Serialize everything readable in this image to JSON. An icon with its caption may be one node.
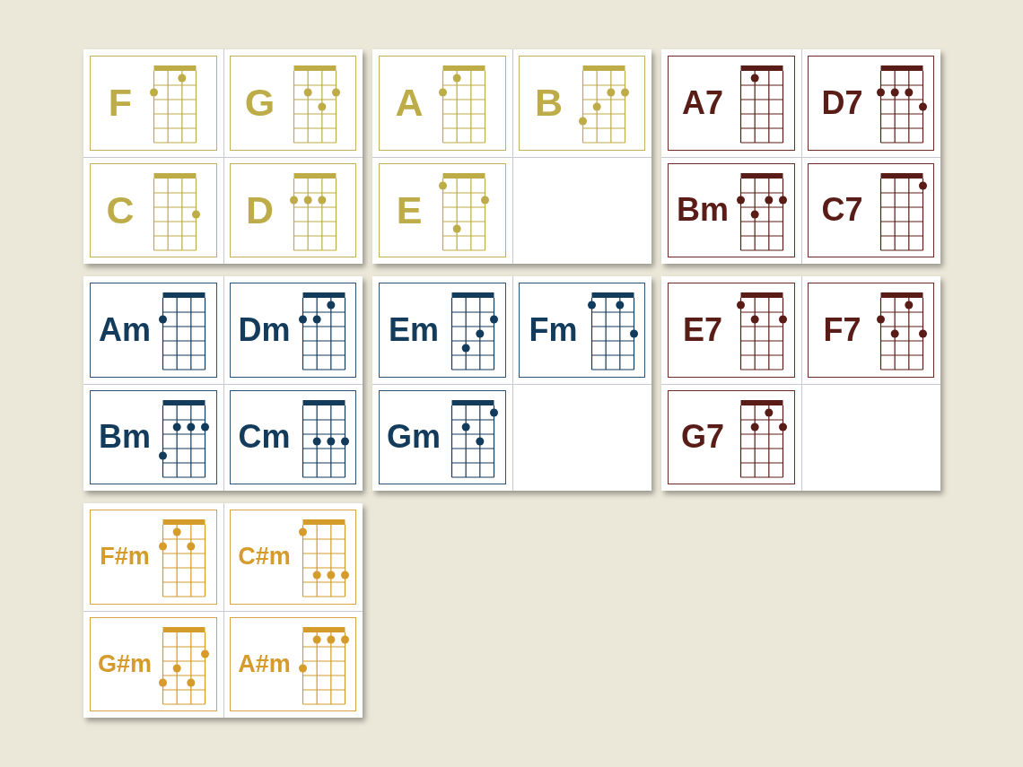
{
  "diagram": {
    "nodes": [
      {
        "text": [],
        "shape": "box"
      },
      {
        "text": [
          "F"
        ],
        "in": 0
      },
      {
        "text": [
          "G"
        ],
        "in": 0
      },
      {
        "text": [
          "C"
        ],
        "in": 0
      },
      {
        "text": [
          "D"
        ],
        "in": 0
      },
      {
        "text": [],
        "shape": "box"
      },
      {
        "text": [
          "A"
        ],
        "in": 5
      },
      {
        "text": [
          "B"
        ],
        "in": 5
      },
      {
        "text": [
          "E"
        ],
        "in": 5
      },
      {
        "text": [],
        "shape": "box"
      },
      {
        "text": [
          "A7"
        ],
        "in": 9
      },
      {
        "text": [
          "D7"
        ],
        "in": 9
      },
      {
        "text": [
          "Bm"
        ],
        "in": 9
      },
      {
        "text": [
          "C7"
        ],
        "in": 9
      },
      {
        "text": [],
        "shape": "box"
      },
      {
        "text": [
          "Am"
        ],
        "in": 14
      },
      {
        "text": [
          "Dm"
        ],
        "in": 14
      },
      {
        "text": [
          "Bm"
        ],
        "in": 14
      },
      {
        "text": [
          "Cm"
        ],
        "in": 14
      },
      {
        "text": [],
        "shape": "box"
      },
      {
        "text": [
          "Em"
        ],
        "in": 19
      },
      {
        "text": [
          "Fm"
        ],
        "in": 19
      },
      {
        "text": [
          "Gm"
        ],
        "in": 19
      },
      {
        "text": [],
        "shape": "box"
      },
      {
        "text": [
          "E7"
        ],
        "in": 23
      },
      {
        "text": [
          "F7"
        ],
        "in": 23
      },
      {
        "text": [
          "G7"
        ],
        "in": 23
      },
      {
        "text": [],
        "shape": "box"
      },
      {
        "text": [
          "F#m"
        ],
        "in": 27
      },
      {
        "text": [
          "C#m"
        ],
        "in": 27
      },
      {
        "text": [
          "G#m"
        ],
        "in": 27
      },
      {
        "text": [
          "A#m"
        ],
        "in": 27
      }
    ]
  }
}
